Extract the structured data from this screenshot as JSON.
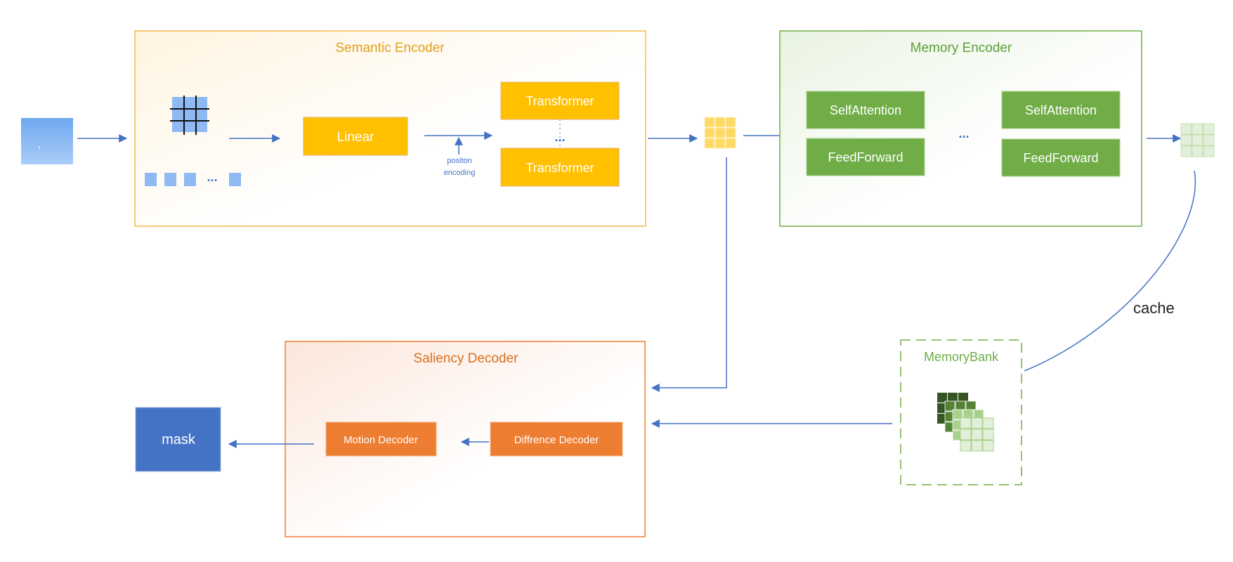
{
  "semantic_encoder": {
    "title": "Semantic Encoder",
    "linear_label": "Linear",
    "transformer_top_label": "Transformer",
    "transformer_bottom_label": "Transformer",
    "vertical_ellipsis": "...",
    "patch_ellipsis": "...",
    "position_encoding_line1": "positon",
    "position_encoding_line2": "encoding"
  },
  "memory_encoder": {
    "title": "Memory Encoder",
    "self_attention_1": "SelfAttention",
    "feed_forward_1": "FeedForward",
    "self_attention_2": "SelfAttention",
    "feed_forward_2": "FeedForward",
    "ellipsis": "..."
  },
  "saliency_decoder": {
    "title": "Saliency Decoder",
    "motion_decoder_label": "Motion Decoder",
    "difference_decoder_label": "Diffrence Decoder"
  },
  "memory_bank": {
    "title": "MemoryBank"
  },
  "cache_label": "cache",
  "mask_label": "mask",
  "input_frame_mark": ",",
  "colors": {
    "semantic_border": "#F5B94A",
    "semantic_title": "#E2A21C",
    "yellow_block": "#FFC000",
    "memory_border": "#70AD47",
    "memory_title": "#5F9E3A",
    "green_block": "#70AD47",
    "saliency_border": "#ED7D31",
    "saliency_title": "#D9701F",
    "orange_block": "#ED7D31",
    "mask_block": "#4472C4",
    "arrow": "#4472C4",
    "patch_blue": "#8EB9F2"
  }
}
